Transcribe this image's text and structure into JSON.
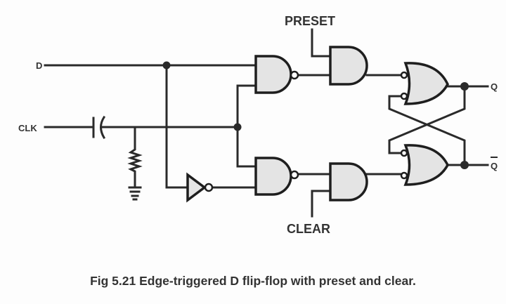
{
  "labels": {
    "d": "D",
    "clk": "CLK",
    "preset": "PRESET",
    "clear": "CLEAR",
    "q": "Q",
    "q_bar": "Q"
  },
  "caption": "Fig 5.21 Edge-triggered D flip-flop with preset and clear.",
  "colors": {
    "gate_fill": "#e4e4e4",
    "wire": "#2a2a2a"
  }
}
